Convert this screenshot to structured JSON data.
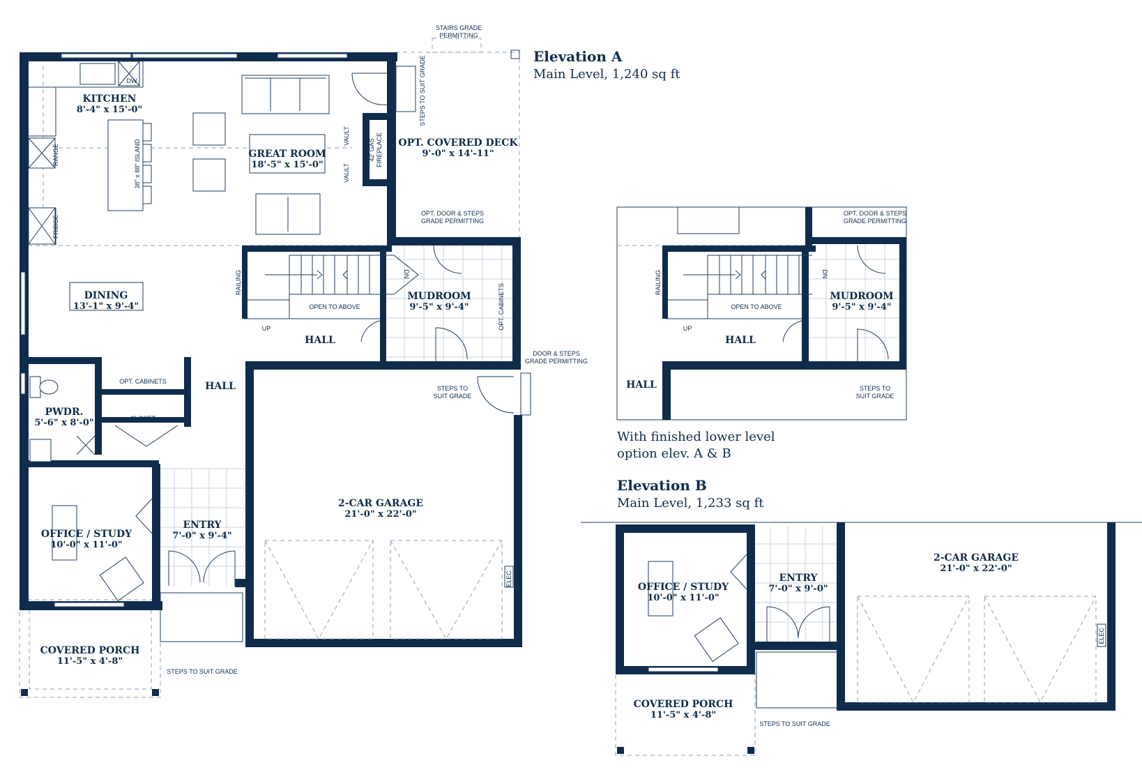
{
  "elevation_a": {
    "title": "Elevation A",
    "subtitle": "Main Level, 1,240 sq ft",
    "rooms": {
      "kitchen": {
        "name": "KITCHEN",
        "dims": "8'-4\" x 15'-0\""
      },
      "great_room": {
        "name": "GREAT ROOM",
        "dims": "18'-5\" x 15'-0\""
      },
      "covered_deck": {
        "name": "OPT. COVERED DECK",
        "dims": "9'-0\" x 14'-11\""
      },
      "dining": {
        "name": "DINING",
        "dims": "13'-1\" x 9'-4\""
      },
      "mudroom": {
        "name": "MUDROOM",
        "dims": "9'-5\" x 9'-4\""
      },
      "hall_upper": {
        "name": "HALL"
      },
      "hall_lower": {
        "name": "HALL"
      },
      "powder": {
        "name": "PWDR.",
        "dims": "5'-6\" x 8'-0\""
      },
      "office": {
        "name": "OFFICE / STUDY",
        "dims": "10'-0\" x 11'-0\""
      },
      "entry": {
        "name": "ENTRY",
        "dims": "7'-0\" x 9'-4\""
      },
      "garage": {
        "name": "2-CAR GARAGE",
        "dims": "21'-0\" x 22'-0\""
      },
      "porch": {
        "name": "COVERED PORCH",
        "dims": "11'-5\" x 4'-8\""
      }
    },
    "notes": {
      "stairs_grade_1": "STAIRS GRADE",
      "stairs_grade_2": "PERMITTING",
      "steps_to_suit_grade_vertical": "STEPS TO SUIT GRADE",
      "vault_top": "VAULT",
      "vault_bottom": "VAULT",
      "fireplace_1": "42' GAS",
      "fireplace_2": "FIREPLACE",
      "island": "38\" x 88\" ISLAND",
      "range": "RANGE",
      "fridge": "FRIDGE",
      "dw": "DW",
      "opt_door_1": "OPT. DOOR & STEPS",
      "opt_door_2": "GRADE PERMITTING",
      "railing": "RAILING",
      "open_to_above": "OPEN TO ABOVE",
      "up": "UP",
      "dn": "DN",
      "opt_cabinets_vertical": "OPT. CABINETS",
      "door_steps_1": "DOOR & STEPS",
      "door_steps_2": "GRADE PERMITTING",
      "steps_suit_1": "STEPS TO",
      "steps_suit_2": "SUIT GRADE",
      "opt_cabinets": "OPT. CABINETS",
      "closet": "CLOSET",
      "elec": "ELEC",
      "steps_to_suit_grade": "STEPS TO SUIT GRADE"
    }
  },
  "lower_option": {
    "caption_1": "With finished lower level",
    "caption_2": "option elev. A & B",
    "mudroom": {
      "name": "MUDROOM",
      "dims": "9'-5\" x 9'-4\""
    },
    "hall_upper": "HALL",
    "hall_lower": "HALL",
    "opt_door_1": "OPT. DOOR & STEPS",
    "opt_door_2": "GRADE PERMITTING",
    "railing": "RAILING",
    "open_to_above": "OPEN TO ABOVE",
    "up": "UP",
    "dn": "DN",
    "steps_1": "STEPS TO",
    "steps_2": "SUIT GRADE"
  },
  "elevation_b": {
    "title": "Elevation B",
    "subtitle": "Main Level, 1,233 sq ft",
    "office": {
      "name": "OFFICE / STUDY",
      "dims": "10'-0\" x 11'-0\""
    },
    "entry": {
      "name": "ENTRY",
      "dims": "7'-0\" x 9'-0\""
    },
    "garage": {
      "name": "2-CAR GARAGE",
      "dims": "21'-0\" x 22'-0\""
    },
    "porch": {
      "name": "COVERED PORCH",
      "dims": "11'-5\" x 4'-8\""
    },
    "elec": "ELEC",
    "steps_to_suit_grade": "STEPS TO SUIT GRADE"
  },
  "colors": {
    "wall": "#0f2c4d",
    "line": "#1f3c5c",
    "dashed": "#8aa0b8",
    "tile": "#c9d3de"
  }
}
